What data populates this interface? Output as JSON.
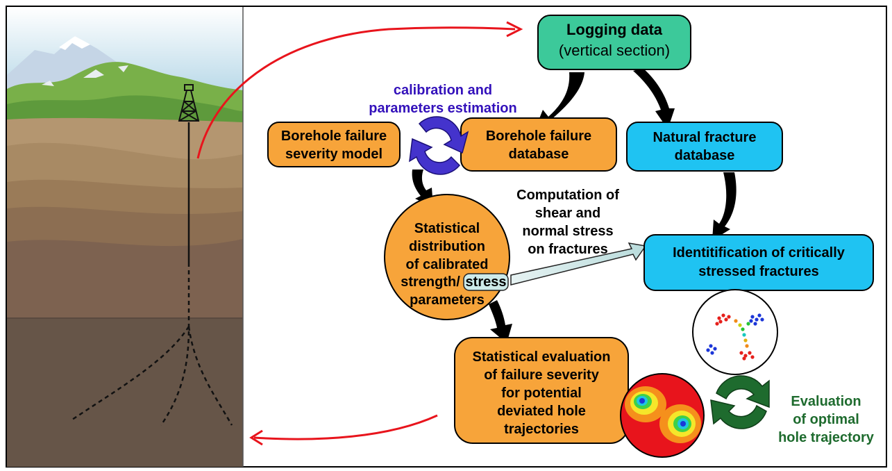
{
  "nodes": {
    "logging": {
      "line1": "Logging data",
      "line2": "(vertical section)"
    },
    "severity_model": {
      "line1": "Borehole failure",
      "line2": "severity model"
    },
    "failure_db": {
      "line1": "Borehole failure",
      "line2": "database"
    },
    "fracture_db": {
      "line1": "Natural fracture",
      "line2": "database"
    },
    "stat_dist": {
      "line1": "Statistical",
      "line2": "distribution",
      "line3": "of calibrated",
      "line4": "strength/",
      "line4b": "stress",
      "line5": "parameters"
    },
    "critical": {
      "line1": "Identitification of critically",
      "line2": "stressed fractures"
    },
    "eval": {
      "line1": "Statistical evaluation",
      "line2": "of failure severity",
      "line3": "for potential",
      "line4": "deviated hole",
      "line5": "trajectories"
    }
  },
  "labels": {
    "calibration": {
      "line1": "calibration and",
      "line2": "parameters estimation"
    },
    "computation": {
      "line1": "Computation of",
      "line2": "shear and",
      "line3": "normal stress",
      "line4": "on fractures"
    },
    "optimal": {
      "line1": "Evaluation",
      "line2": "of optimal",
      "line3": "hole trajectory"
    }
  },
  "colors": {
    "green_box": "#3cc99a",
    "orange_box": "#f7a43a",
    "cyan_box": "#1fc3f2",
    "calibration_text": "#3311bb",
    "optimal_text": "#1e6b2e",
    "red_arrow": "#e8141c",
    "black_arrow": "#000000"
  }
}
